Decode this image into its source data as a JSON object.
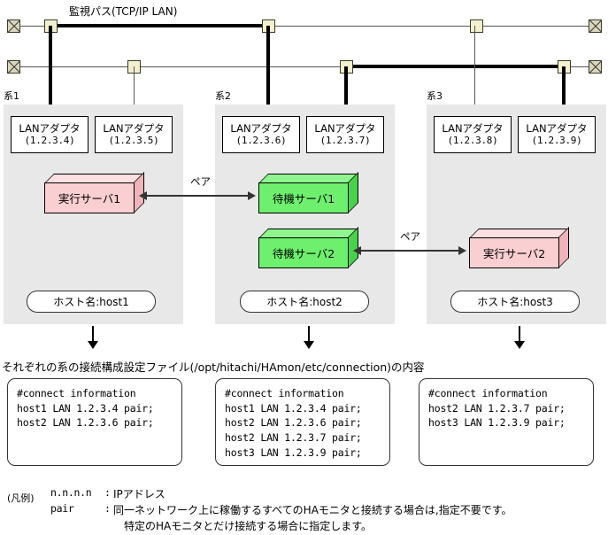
{
  "bus": {
    "title": "監視パス(TCP/IP LAN)",
    "terminator_icon": "crossed-box-terminator-icon",
    "node_icon": "lan-tap-node-icon"
  },
  "systems": [
    {
      "label": "系1",
      "adapters": [
        {
          "name": "LANアダプタ",
          "ip": "(1.2.3.4)"
        },
        {
          "name": "LANアダプタ",
          "ip": "(1.2.3.5)"
        }
      ],
      "servers": [
        {
          "label": "実行サーバ1",
          "color": "#f9cfd2",
          "kind": "active"
        }
      ],
      "host": "ホスト名:host1"
    },
    {
      "label": "系2",
      "adapters": [
        {
          "name": "LANアダプタ",
          "ip": "(1.2.3.6)"
        },
        {
          "name": "LANアダプタ",
          "ip": "(1.2.3.7)"
        }
      ],
      "servers": [
        {
          "label": "待機サーバ1",
          "color": "#6ef06e",
          "kind": "standby"
        },
        {
          "label": "待機サーバ2",
          "color": "#6ef06e",
          "kind": "standby"
        }
      ],
      "host": "ホスト名:host2"
    },
    {
      "label": "系3",
      "adapters": [
        {
          "name": "LANアダプタ",
          "ip": "(1.2.3.8)"
        },
        {
          "name": "LANアダプタ",
          "ip": "(1.2.3.9)"
        }
      ],
      "servers": [
        {
          "label": "実行サーバ2",
          "color": "#f9cfd2",
          "kind": "active"
        }
      ],
      "host": "ホスト名:host3"
    }
  ],
  "pairs": [
    {
      "label": "ペア",
      "from": "実行サーバ1",
      "to": "待機サーバ1"
    },
    {
      "label": "ペア",
      "from": "待機サーバ2",
      "to": "実行サーバ2"
    }
  ],
  "caption": "それぞれの系の接続構成設定ファイル(/opt/hitachi/HAmon/etc/connection)の内容",
  "configs": [
    {
      "system": "系1",
      "text": "#connect information\nhost1 LAN 1.2.3.4 pair;\nhost2 LAN 1.2.3.6 pair;"
    },
    {
      "system": "系2",
      "text": "#connect information\nhost1 LAN 1.2.3.4 pair;\nhost2 LAN 1.2.3.6 pair;\nhost2 LAN 1.2.3.7 pair;\nhost3 LAN 1.2.3.9 pair;"
    },
    {
      "system": "系3",
      "text": "#connect information\nhost2 LAN 1.2.3.7 pair;\nhost3 LAN 1.2.3.9 pair;"
    }
  ],
  "legend": {
    "title": "(凡例)",
    "entries": [
      {
        "key": "n.n.n.n",
        "sep": ":",
        "lines": [
          "IPアドレス"
        ]
      },
      {
        "key": "pair",
        "sep": ":",
        "lines": [
          "同一ネットワーク上に稼働するすべてのHAモニタと接続する場合は,指定不要です。",
          "特定のHAモニタとだけ接続する場合に指定します。"
        ]
      }
    ]
  }
}
